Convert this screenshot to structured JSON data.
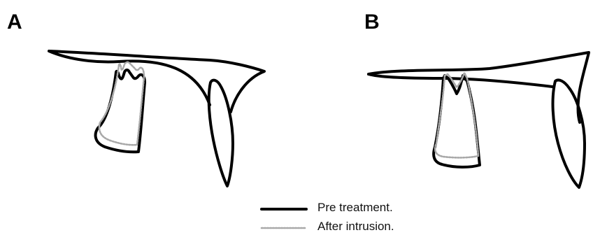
{
  "panels": [
    {
      "label": "A"
    },
    {
      "label": "B"
    }
  ],
  "legend": {
    "pre_treatment": "Pre treatment.",
    "after_intrusion": "After intrusion."
  },
  "colors": {
    "pre_treatment_line": "#000000",
    "after_intrusion_line": "#a8a8a8"
  }
}
